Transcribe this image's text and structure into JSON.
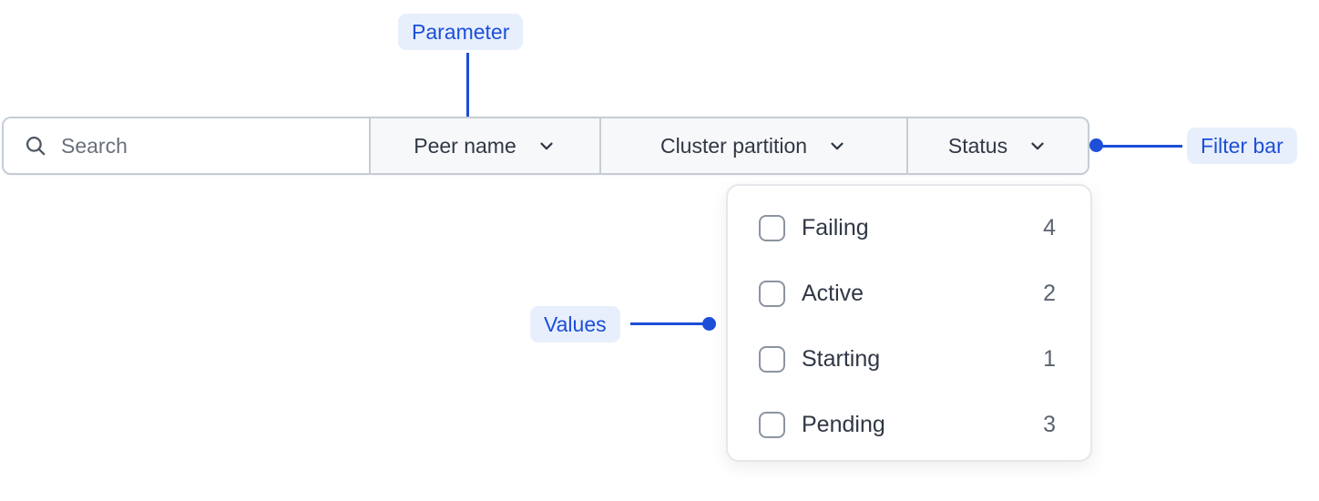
{
  "annotations": {
    "parameter": {
      "label": "Parameter"
    },
    "values": {
      "label": "Values"
    },
    "filter_bar": {
      "label": "Filter bar"
    }
  },
  "filter_bar": {
    "search": {
      "placeholder": "Search",
      "value": ""
    },
    "dropdowns": [
      {
        "label": "Peer name"
      },
      {
        "label": "Cluster partition"
      },
      {
        "label": "Status"
      }
    ]
  },
  "status_dropdown": {
    "parent": "Status",
    "options": [
      {
        "label": "Failing",
        "count": "4",
        "checked": false
      },
      {
        "label": "Active",
        "count": "2",
        "checked": false
      },
      {
        "label": "Starting",
        "count": "1",
        "checked": false
      },
      {
        "label": "Pending",
        "count": "3",
        "checked": false
      }
    ]
  },
  "icons": {
    "search": "search-icon (magnifying glass)",
    "chevron": "chevron-down-icon",
    "connector_dot": "blue filled circle"
  },
  "colors": {
    "annotation_blue": "#1c4ed8",
    "annotation_badge_bg": "#e8effc",
    "bar_border": "#c5ccd4",
    "dropdown_section_bg": "#f7f8f9",
    "text_dark": "#303845",
    "text_muted": "#5b6370",
    "placeholder": "#68707c",
    "checkbox_border": "#8c94a1",
    "panel_border": "#e5e7eb",
    "background": "#ffffff"
  }
}
